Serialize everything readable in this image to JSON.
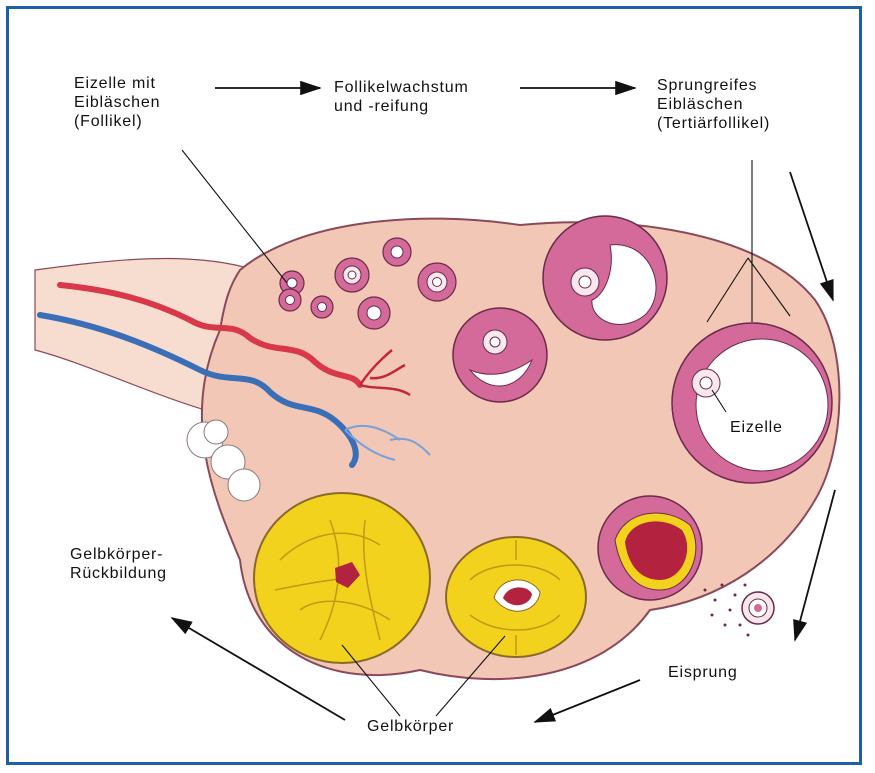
{
  "labels": {
    "eizelle_follikel": [
      "Eizelle mit",
      "Eibläschen",
      "(Follikel)"
    ],
    "follikelwachstum": [
      "Follikelwachstum",
      "und -reifung"
    ],
    "sprungreifes": [
      "Sprungreifes",
      "Eibläschen",
      "(Tertiärfollikel)"
    ],
    "eizelle": "Eizelle",
    "gelbkoerper_rueckbildung": [
      "Gelbkörper-",
      "Rückbildung"
    ],
    "eisprung": "Eisprung",
    "gelbkoerper": "Gelbkörper"
  },
  "colors": {
    "frame_border": "#1e5fa6",
    "ovary_tissue": "#f2c7b6",
    "ovary_outline": "#8a4a5a",
    "follicle_wall": "#d46a9a",
    "corpus_luteum": "#f3d21e",
    "artery": "#d8384a",
    "vein": "#3a6fb8",
    "ruptured_follicle": "#b3233f"
  }
}
